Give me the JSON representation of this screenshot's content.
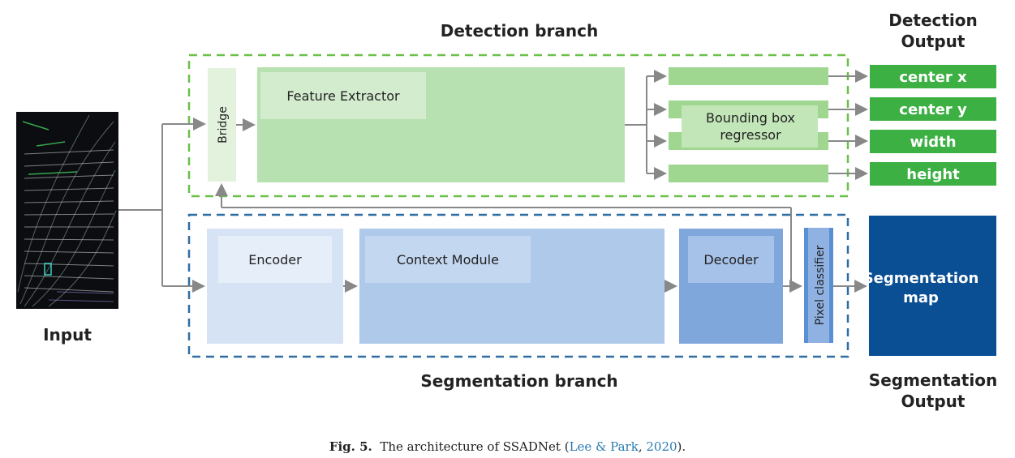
{
  "labels": {
    "input": "Input",
    "detection_branch": "Detection branch",
    "segmentation_branch": "Segmentation branch",
    "bridge": "Bridge",
    "feature_extractor": "Feature Extractor",
    "bbox_regressor_line1": "Bounding box",
    "bbox_regressor_line2": "regressor",
    "encoder": "Encoder",
    "context_module": "Context Module",
    "decoder": "Decoder",
    "pixel_classifier": "Pixel classifier",
    "detection_output_line1": "Detection",
    "detection_output_line2": "Output",
    "segmentation_output_line1": "Segmentation",
    "segmentation_output_line2": "Output",
    "seg_map_line1": "Segmentation",
    "seg_map_line2": "map"
  },
  "outputs": [
    "center x",
    "center y",
    "width",
    "height"
  ],
  "caption": {
    "fig_label": "Fig. 5.",
    "text_before": "The architecture of SSADNet (",
    "authors": "Lee & Park",
    "comma": ", ",
    "year": "2020",
    "text_after": ")."
  },
  "colors": {
    "detection_dash": "#6cc04a",
    "segmentation_dash": "#2e6da4",
    "output_green": "#3cb043",
    "seg_map_blue": "#0a4f94",
    "feature_green": "#b7e1b0",
    "encoder_blue": "#d5e3f4",
    "context_blue": "#aec9ea",
    "decoder_blue": "#7fa7dc"
  }
}
